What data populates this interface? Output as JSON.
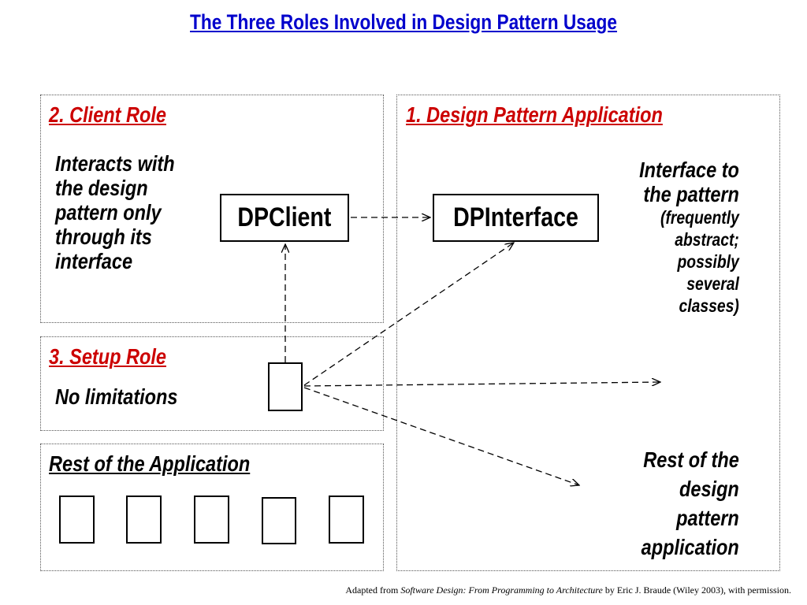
{
  "title": "The Three Roles Involved in Design Pattern Usage",
  "client_role": {
    "heading": "2. Client Role",
    "description": [
      "Interacts with",
      "the design",
      "pattern only",
      "through its",
      "interface"
    ]
  },
  "design_pattern_application": {
    "heading": "1. Design Pattern Application",
    "interface_description": [
      "Interface to",
      "the pattern"
    ],
    "interface_note": [
      "(frequently",
      "abstract;",
      "possibly",
      "several",
      "classes)"
    ],
    "rest_description": [
      "Rest of the",
      "design",
      "pattern",
      "application"
    ]
  },
  "setup_role": {
    "heading": "3. Setup Role",
    "description": "No limitations"
  },
  "rest_of_application": {
    "heading": "Rest of the Application",
    "box_count": 5
  },
  "nodes": {
    "client": "DPClient",
    "interface": "DPInterface"
  },
  "footer": {
    "prefix": "Adapted from ",
    "book": "Software Design: From Programming to Architecture",
    "suffix": " by Eric J. Braude (Wiley 2003), with permission."
  },
  "colors": {
    "title": "#0000cc",
    "role_heading": "#cc0000",
    "text": "#000000",
    "panel_border": "#555555"
  }
}
